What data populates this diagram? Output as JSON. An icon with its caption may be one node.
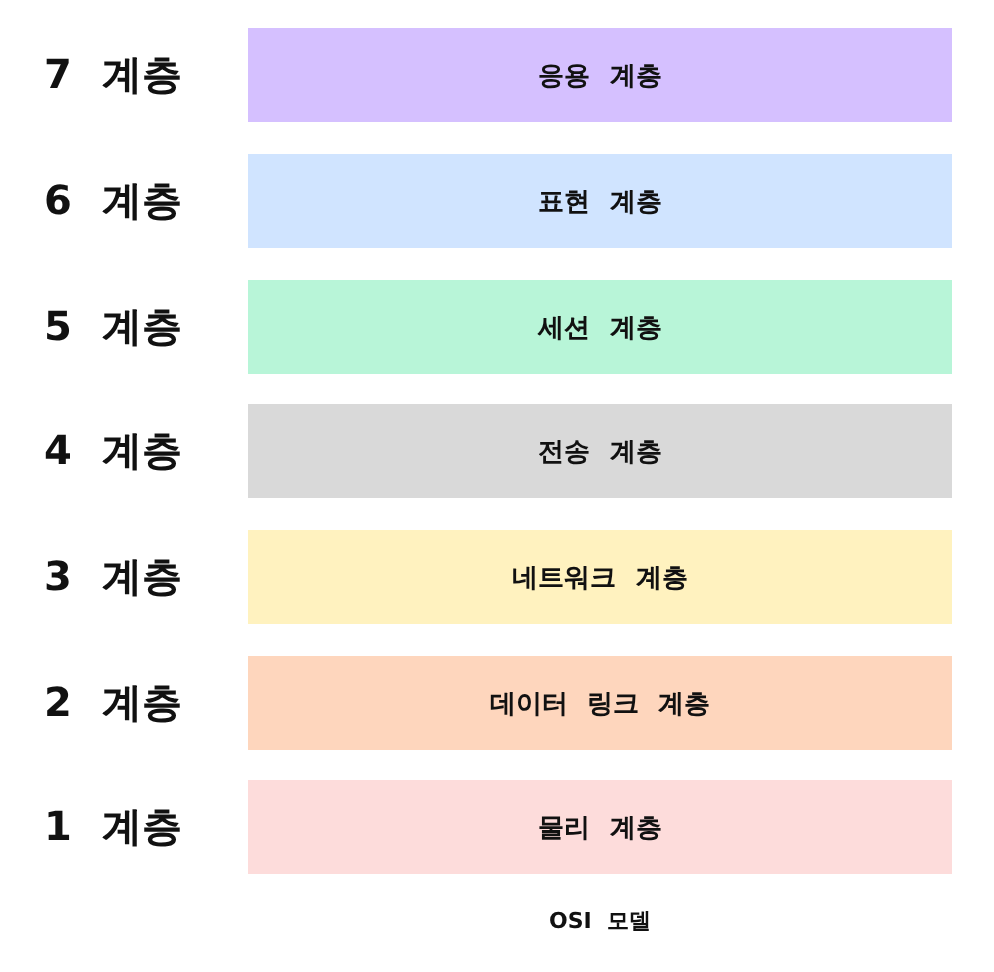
{
  "diagram": {
    "caption": "OSI 모델",
    "nodes": [
      {
        "text": [
          "응용 계층"
        ],
        "beside": [
          "7 계층"
        ]
      },
      {
        "text": [
          "표현 계층"
        ],
        "beside": [
          "6 계층"
        ]
      },
      {
        "text": [
          "세션 계층"
        ],
        "beside": [
          "5 계층"
        ]
      },
      {
        "text": [
          "전송 계층"
        ],
        "beside": [
          "4 계층"
        ]
      },
      {
        "text": [
          "네트워크 계층"
        ],
        "beside": [
          "3 계층"
        ]
      },
      {
        "text": [
          "데이터 링크 계층"
        ],
        "beside": [
          "2 계층"
        ]
      },
      {
        "text": [
          "물리 계층"
        ],
        "beside": [
          "1 계층"
        ]
      }
    ]
  }
}
